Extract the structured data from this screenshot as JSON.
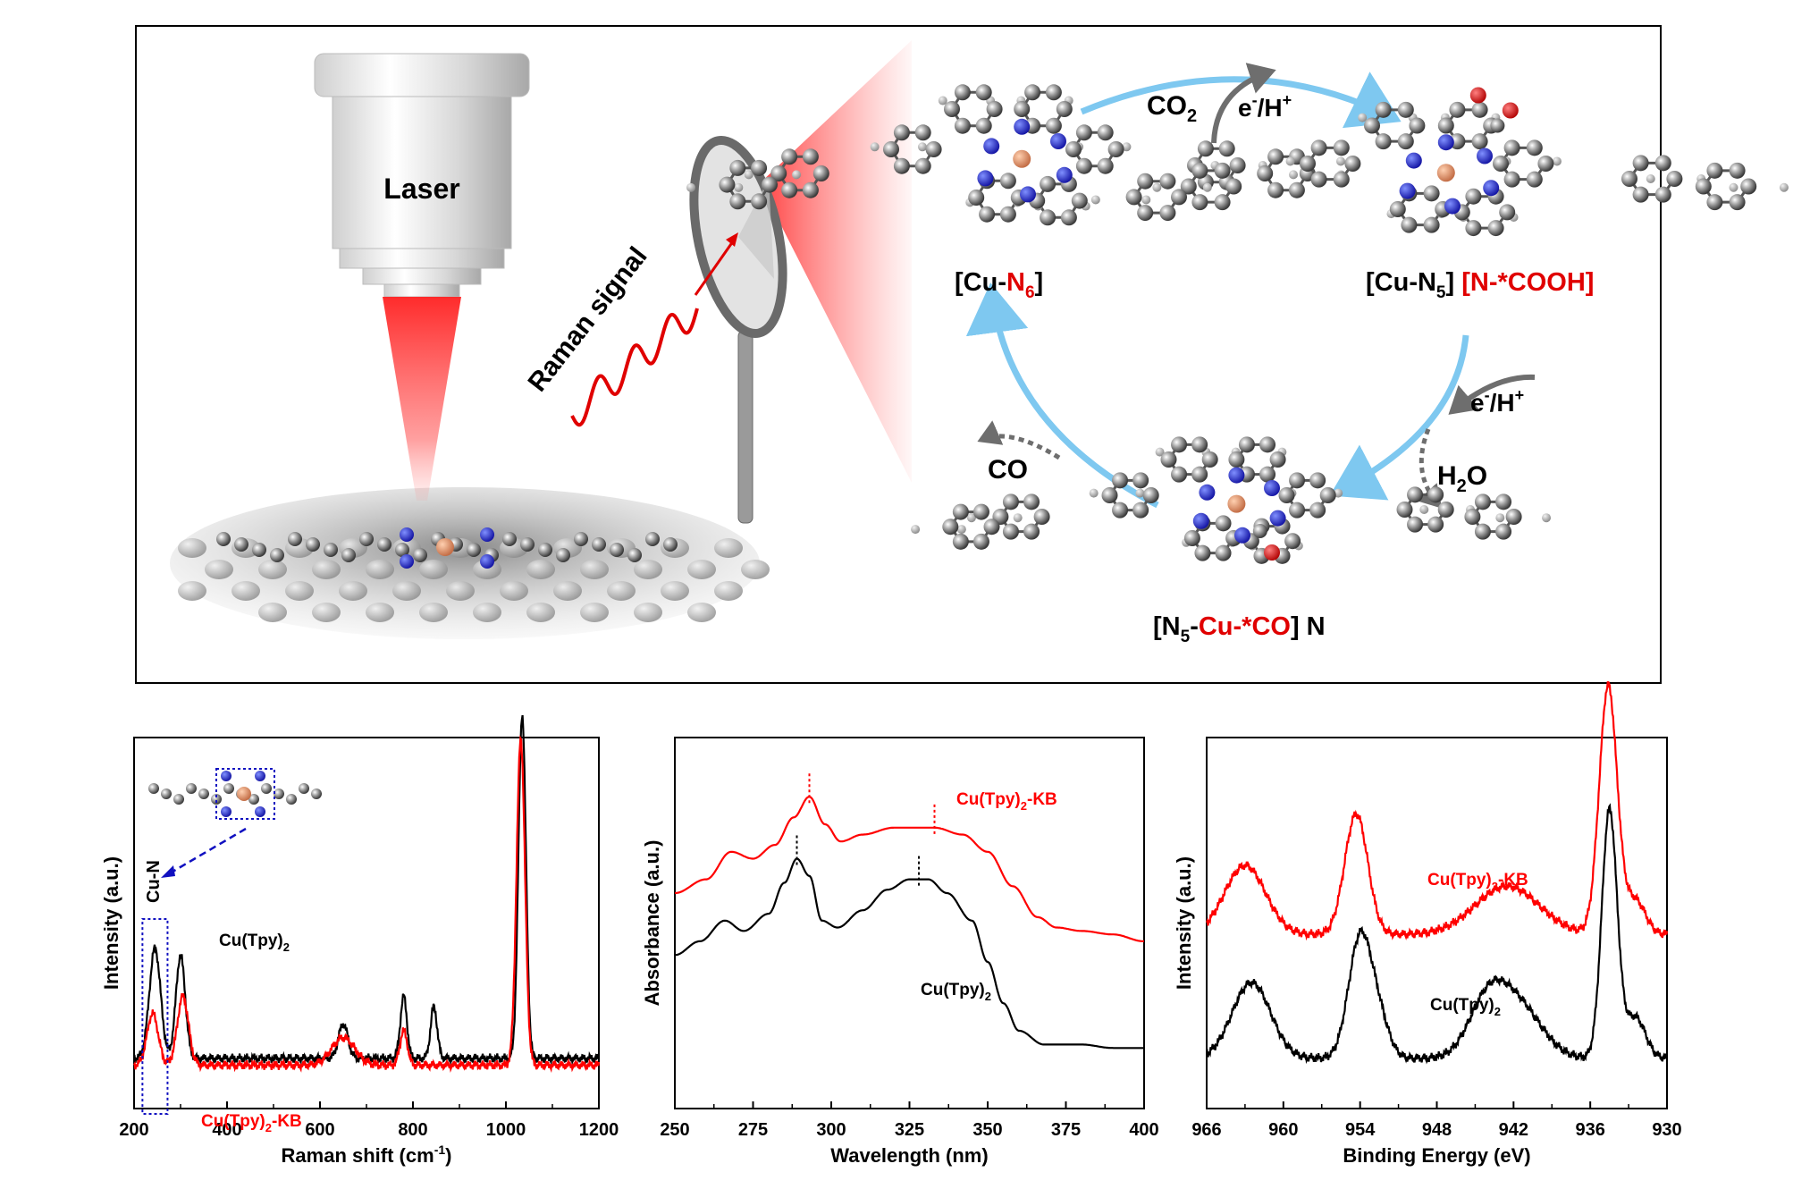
{
  "schematic": {
    "laser_label": "Laser",
    "raman_signal_label": "Raman signal",
    "states": [
      {
        "prefix": "[Cu-",
        "hl": "N",
        "sub": "6",
        "suffix": "]"
      },
      {
        "prefix": "[Cu-N",
        "sub": "5",
        "mid": "] ",
        "hl": "[N-*COOH]"
      },
      {
        "prefix": "[N",
        "sub": "5",
        "dash": "-",
        "hl": "Cu-*CO",
        "suffix": "] N"
      }
    ],
    "steps": {
      "co2": "CO",
      "co2_sub": "2",
      "e1": "e",
      "e1_sup": "-",
      "h1": "/H",
      "h1_sup": "+",
      "e2": "e",
      "e2_sup": "-",
      "h2": "/H",
      "h2_sup": "+",
      "h2o": "H",
      "h2o_sub": "2",
      "h2o_end": "O",
      "co": "CO"
    }
  },
  "chart_data": [
    {
      "type": "line",
      "xlabel": "Raman shift (cm",
      "xlabel_sup": "-1",
      "xlabel_end": ")",
      "ylabel": "Intensity (a.u.)",
      "xlim": [
        200,
        1200
      ],
      "xticks": [
        "200",
        "400",
        "600",
        "800",
        "1000",
        "1200"
      ],
      "annotation": "Cu-N",
      "series": [
        {
          "name": "Cu(Tpy)",
          "name_sub": "2",
          "color": "#000000",
          "peaks": [
            [
              245,
              0.32,
              12
            ],
            [
              300,
              0.3,
              10
            ],
            [
              650,
              0.1,
              10
            ],
            [
              780,
              0.18,
              7
            ],
            [
              845,
              0.15,
              7
            ],
            [
              1035,
              1.0,
              8
            ]
          ],
          "baseline": 0.12
        },
        {
          "name": "Cu(Tpy)",
          "name_sub": "2",
          "name_end": "-KB",
          "color": "#ff0000",
          "peaks": [
            [
              240,
              0.15,
              12
            ],
            [
              305,
              0.2,
              12
            ],
            [
              650,
              0.08,
              25
            ],
            [
              780,
              0.1,
              8
            ],
            [
              1032,
              0.95,
              9
            ]
          ],
          "baseline": 0.1
        }
      ]
    },
    {
      "type": "line",
      "xlabel": "Wavelength (nm)",
      "ylabel": "Absorbance (a.u.)",
      "xlim": [
        250,
        400
      ],
      "xticks": [
        "250",
        "275",
        "300",
        "325",
        "350",
        "375",
        "400"
      ],
      "series": [
        {
          "name": "Cu(Tpy)",
          "name_sub": "2",
          "name_end": "-KB",
          "color": "#ff0000",
          "points": [
            [
              250,
              0.6
            ],
            [
              260,
              0.64
            ],
            [
              268,
              0.72
            ],
            [
              275,
              0.7
            ],
            [
              282,
              0.74
            ],
            [
              288,
              0.82
            ],
            [
              293,
              0.88
            ],
            [
              298,
              0.8
            ],
            [
              303,
              0.75
            ],
            [
              310,
              0.77
            ],
            [
              320,
              0.79
            ],
            [
              333,
              0.79
            ],
            [
              342,
              0.77
            ],
            [
              350,
              0.72
            ],
            [
              358,
              0.62
            ],
            [
              366,
              0.53
            ],
            [
              372,
              0.5
            ],
            [
              380,
              0.49
            ],
            [
              390,
              0.48
            ],
            [
              400,
              0.46
            ]
          ],
          "marker_x": [
            293,
            333
          ]
        },
        {
          "name": "Cu(Tpy)",
          "name_sub": "2",
          "color": "#000000",
          "points": [
            [
              250,
              0.42
            ],
            [
              258,
              0.46
            ],
            [
              266,
              0.52
            ],
            [
              272,
              0.49
            ],
            [
              280,
              0.54
            ],
            [
              285,
              0.63
            ],
            [
              289,
              0.7
            ],
            [
              293,
              0.65
            ],
            [
              297,
              0.52
            ],
            [
              302,
              0.5
            ],
            [
              310,
              0.55
            ],
            [
              318,
              0.61
            ],
            [
              325,
              0.64
            ],
            [
              331,
              0.64
            ],
            [
              337,
              0.6
            ],
            [
              345,
              0.52
            ],
            [
              350,
              0.4
            ],
            [
              355,
              0.28
            ],
            [
              360,
              0.2
            ],
            [
              368,
              0.16
            ],
            [
              380,
              0.16
            ],
            [
              390,
              0.15
            ],
            [
              400,
              0.15
            ]
          ],
          "marker_x": [
            289,
            328
          ]
        }
      ]
    },
    {
      "type": "line",
      "xlabel": "Binding Energy (eV)",
      "ylabel": "Intensity (a.u.)",
      "xlim": [
        966,
        930
      ],
      "xticks": [
        "966",
        "960",
        "954",
        "948",
        "942",
        "936",
        "930"
      ],
      "series": [
        {
          "name": "Cu(Tpy)",
          "name_sub": "2",
          "name_end": "-KB",
          "color": "#ff0000",
          "peaks": [
            [
              963,
              0.2,
              1.6
            ],
            [
              954.3,
              0.35,
              0.9
            ],
            [
              942.5,
              0.14,
              2.5
            ],
            [
              934.6,
              0.72,
              0.7
            ],
            [
              932.5,
              0.1,
              0.8
            ]
          ],
          "baseline": 0.48
        },
        {
          "name": "Cu(Tpy)",
          "name_sub": "2",
          "color": "#000000",
          "peaks": [
            [
              962.5,
              0.22,
              1.5
            ],
            [
              954,
              0.35,
              0.9
            ],
            [
              952.5,
              0.1,
              0.8
            ],
            [
              944,
              0.16,
              1.5
            ],
            [
              941.5,
              0.14,
              1.8
            ],
            [
              934.5,
              0.72,
              0.6
            ],
            [
              932.5,
              0.12,
              0.8
            ]
          ],
          "baseline": 0.12
        }
      ]
    }
  ]
}
